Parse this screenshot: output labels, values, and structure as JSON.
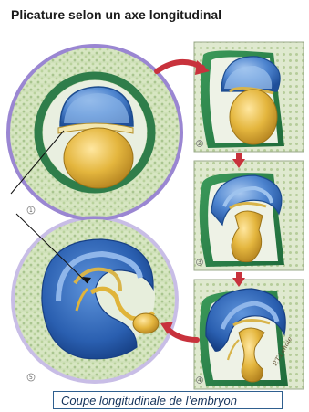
{
  "title": "Plicature selon un axe longitudinal",
  "caption": "Coupe longitudinale de l’embryon",
  "stage_numbers": [
    "1",
    "2",
    "3",
    "4",
    "5"
  ],
  "signature": "P.T.Lahaie",
  "colors": {
    "ectoderm_blue": "#3f77c6",
    "yolk_gold": "#e0b43a",
    "arrow_red": "#c8323c",
    "chorion_green": "#2f7d4a",
    "villi_bg": "#cfe0b8",
    "villi_border": "#8c7cc8"
  }
}
